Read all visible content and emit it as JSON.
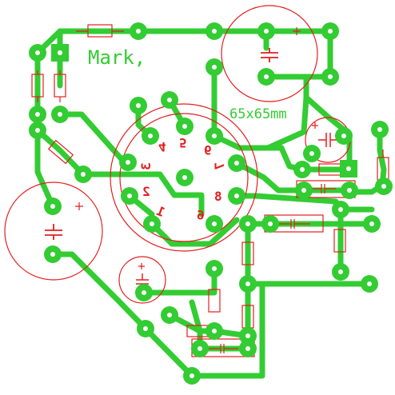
{
  "board": {
    "label": "Mark,",
    "dimensions": "65x65mm",
    "colors": {
      "background": "#ffffff",
      "copper": "#33cc33",
      "silkscreen": "#e41e1e",
      "hole": "#ffffff"
    },
    "socket_pins": [
      "1",
      "2",
      "3",
      "4",
      "5",
      "6",
      "7",
      "8",
      "9"
    ]
  }
}
